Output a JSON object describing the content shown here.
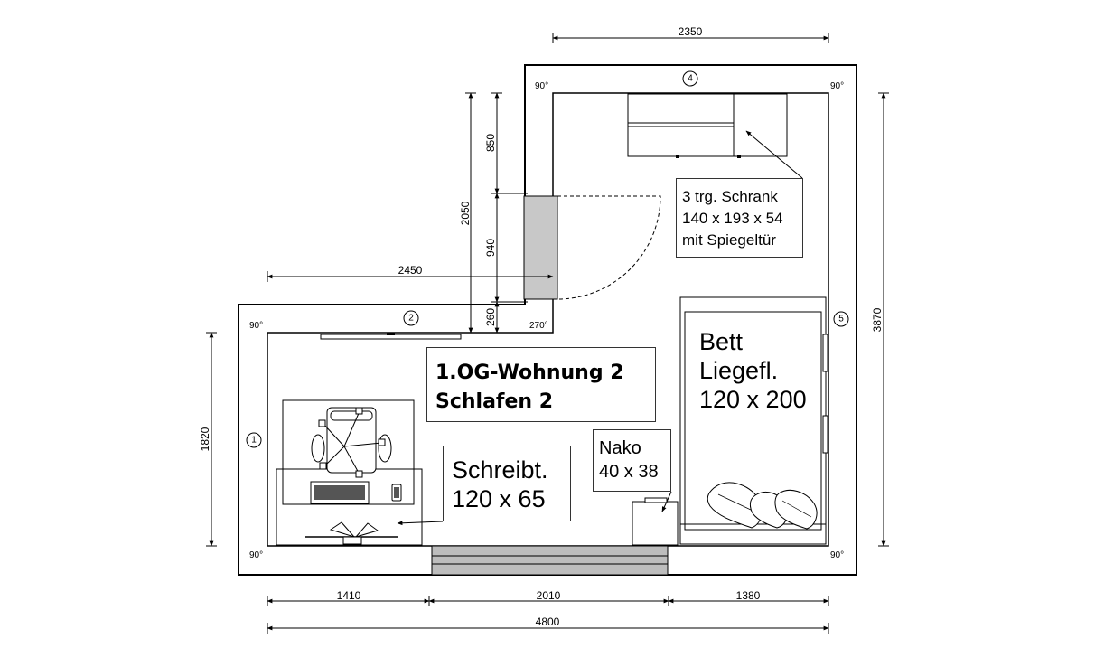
{
  "room": {
    "title_line1": "1.OG-Wohnung 2",
    "title_line2": "Schlafen 2"
  },
  "furniture": {
    "desk": {
      "label": "Schreibt.",
      "size": "120 x 65"
    },
    "nightstand": {
      "label": "Nako",
      "size": "40 x 38"
    },
    "bed": {
      "label": "Bett",
      "sublabel": "Liegefl.",
      "size": "120 x 200"
    },
    "wardrobe": {
      "line1": "3 trg. Schrank",
      "line2": "140 x 193 x 54",
      "line3": "mit Spiegeltür"
    }
  },
  "dimensions": {
    "top_width": "2350",
    "left_recess": "2450",
    "left_height_total": "2050",
    "upper_segment": "850",
    "door_segment": "940",
    "lower_segment": "260",
    "left_wall": "1820",
    "right_wall": "3870",
    "bottom_left": "1410",
    "bottom_middle": "2010",
    "bottom_right": "1380",
    "bottom_total": "4800"
  },
  "angles": {
    "top_left": "90°",
    "top_right": "90°",
    "inner_left": "90°",
    "inner_corner": "270°",
    "bottom_left": "90°",
    "bottom_right": "90°"
  },
  "walls": [
    "1",
    "2",
    "4",
    "5"
  ]
}
